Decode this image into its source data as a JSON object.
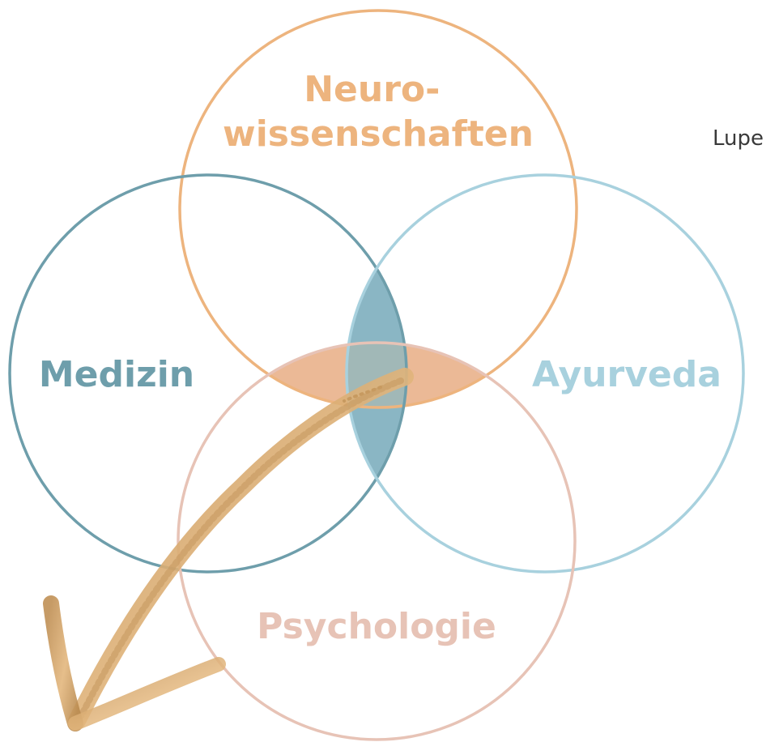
{
  "diagram": {
    "circles": [
      {
        "id": "neuro",
        "lines": [
          "Neuro-",
          "wissenschaften"
        ],
        "color": "#EDB47E"
      },
      {
        "id": "medizin",
        "lines": [
          "Medizin"
        ],
        "color": "#6E9EAB"
      },
      {
        "id": "ayurveda",
        "lines": [
          "Ayurveda"
        ],
        "color": "#A8D1DE"
      },
      {
        "id": "psychologie",
        "lines": [
          "Psychologie"
        ],
        "color": "#E7C3B6"
      }
    ],
    "side_note": "Lupe",
    "colors": {
      "lens_fill": "#7DAEBE",
      "overlap_fill": "#EBB996",
      "arrow": "#C09055"
    }
  }
}
